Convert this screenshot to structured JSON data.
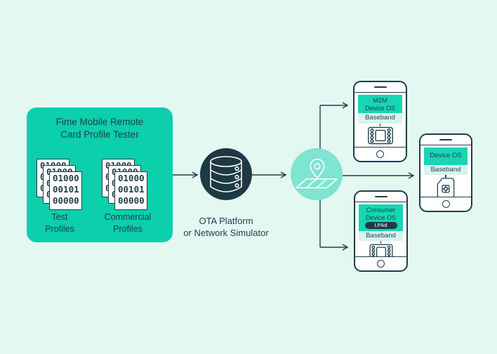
{
  "colors": {
    "background": "#E2F8F1",
    "tester_box_green": "#0CCFAC",
    "device_block_green": "#16D6B4",
    "baseband_pale": "#D5F4EC",
    "dark_navy": "#1F3D48",
    "ota_circle_fill": "#1E3943",
    "network_circle_fill": "#7FE4D1",
    "phone_fill": "#FFFFFF"
  },
  "tester_box": {
    "title": "Fime Mobile Remote\nCard Profile Tester",
    "stacks": [
      {
        "label": "Test\nProfiles",
        "binary": "01000\n00101\n00000",
        "icon": "binary-profile-documents-icon"
      },
      {
        "label": "Commercial\nProfiles",
        "binary": "01000\n00101\n00000",
        "icon": "binary-profile-documents-icon"
      }
    ]
  },
  "ota_node": {
    "label": "OTA Platform\nor Network Simulator",
    "icon": "database-icon"
  },
  "network_node": {
    "icon": "map-pin-icon"
  },
  "devices": {
    "m2m": {
      "os": "M2M\nDevice OS",
      "baseband": "Baseband",
      "icon": "chip-icon"
    },
    "handset": {
      "os": "Device OS",
      "baseband": "Baseband",
      "icon": "sim-card-icon"
    },
    "consumer": {
      "os": "Consumer\nDevice OS",
      "lpa": "LPAd",
      "baseband": "Baseband",
      "icon": "chip-icon"
    }
  }
}
